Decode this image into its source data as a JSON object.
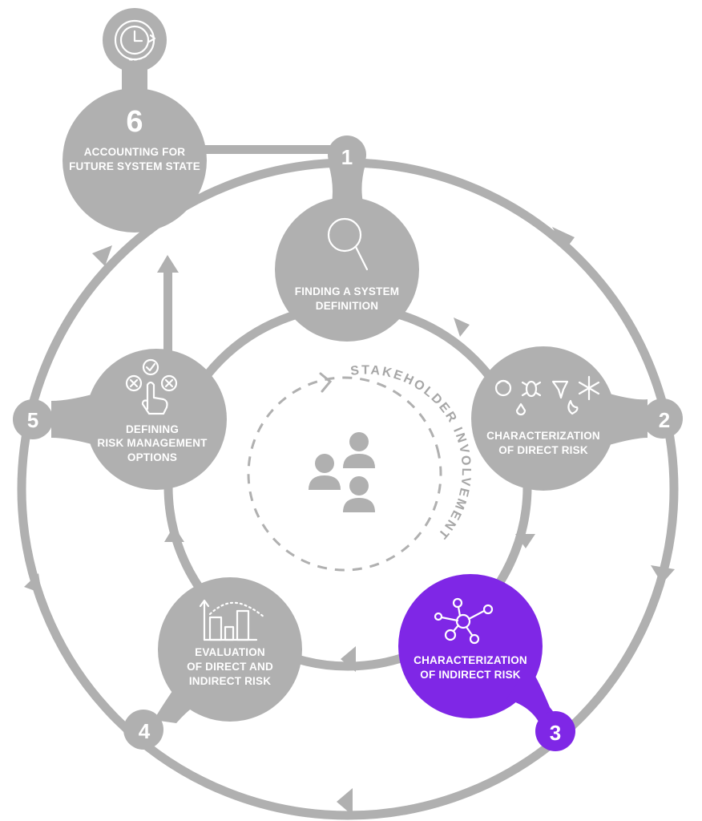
{
  "colors": {
    "gray": "#b0b0b0",
    "dark_gray": "#9a9a9a",
    "purple": "#7f27e6",
    "white": "#ffffff"
  },
  "center": {
    "label": "STAKEHOLDER INVOLVEMENT",
    "icon": "people-group-icon"
  },
  "steps": [
    {
      "number": "1",
      "title_lines": [
        "FINDING A SYSTEM",
        "DEFINITION"
      ],
      "icon": "magnifier-icon",
      "highlight": false
    },
    {
      "number": "2",
      "title_lines": [
        "CHARACTERIZATION",
        "OF DIRECT RISK"
      ],
      "icon": "hazards-icon",
      "highlight": false
    },
    {
      "number": "3",
      "title_lines": [
        "CHARACTERIZATION",
        "OF INDIRECT RISK"
      ],
      "icon": "network-icon",
      "highlight": true
    },
    {
      "number": "4",
      "title_lines": [
        "EVALUATION",
        "OF DIRECT AND",
        "INDIRECT RISK"
      ],
      "icon": "chart-icon",
      "highlight": false
    },
    {
      "number": "5",
      "title_lines": [
        "DEFINING",
        "RISK MANAGEMENT",
        "OPTIONS"
      ],
      "icon": "choice-hand-icon",
      "highlight": false
    },
    {
      "number": "6",
      "title_lines": [
        "ACCOUNTING FOR",
        "FUTURE SYSTEM STATE"
      ],
      "icon": "clock-icon",
      "highlight": false
    }
  ]
}
